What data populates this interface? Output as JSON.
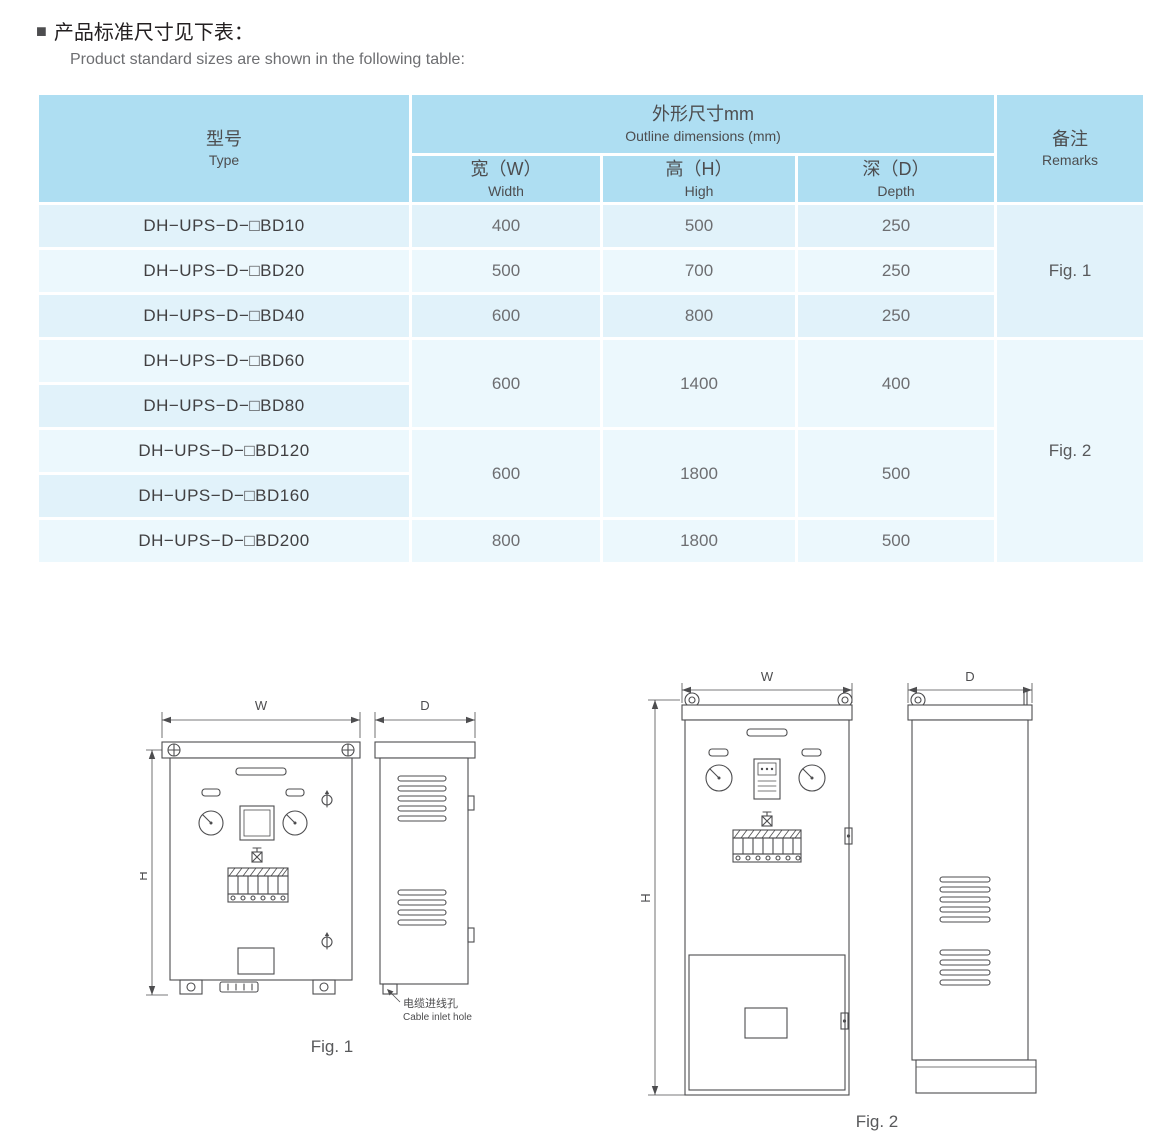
{
  "page": {
    "title_cn": "产品标准尺寸见下表：",
    "title_en": "Product standard sizes are shown in the following table:"
  },
  "icons": {
    "section_marker": "■"
  },
  "colors": {
    "header_blue": "#aedef2",
    "row_blue_dark": "#e1f2fa",
    "row_blue_light": "#ecf8fd",
    "text_dark": "#4d4d4f"
  },
  "table": {
    "header": {
      "type_cn": "型号",
      "type_en": "Type",
      "outline_cn": "外形尺寸mm",
      "outline_en": "Outline dimensions (mm)",
      "width_cn": "宽（W）",
      "width_en": "Width",
      "high_cn": "高（H）",
      "high_en": "High",
      "depth_cn": "深（D）",
      "depth_en": "Depth",
      "remarks_cn": "备注",
      "remarks_en": "Remarks"
    },
    "rows": [
      {
        "model": "DH−UPS−D−□BD10",
        "width": "400",
        "high": "500",
        "depth": "250"
      },
      {
        "model": "DH−UPS−D−□BD20",
        "width": "500",
        "high": "700",
        "depth": "250"
      },
      {
        "model": "DH−UPS−D−□BD40",
        "width": "600",
        "high": "800",
        "depth": "250"
      },
      {
        "model": "DH−UPS−D−□BD60",
        "width": "600",
        "high": "1400",
        "depth": "400"
      },
      {
        "model": "DH−UPS−D−□BD80"
      },
      {
        "model": "DH−UPS−D−□BD120",
        "width": "600",
        "high": "1800",
        "depth": "500"
      },
      {
        "model": "DH−UPS−D−□BD160"
      },
      {
        "model": "DH−UPS−D−□BD200",
        "width": "800",
        "high": "1800",
        "depth": "500"
      }
    ],
    "remark_fig1": "Fig. 1",
    "remark_fig2": "Fig. 2"
  },
  "figures": {
    "fig1": {
      "caption": "Fig. 1",
      "dim_w": "W",
      "dim_h": "H",
      "dim_d": "D",
      "cable_label_cn": "电缆进线孔",
      "cable_label_en": "Cable inlet hole"
    },
    "fig2": {
      "caption": "Fig. 2",
      "dim_w": "W",
      "dim_h": "H",
      "dim_d": "D"
    }
  }
}
